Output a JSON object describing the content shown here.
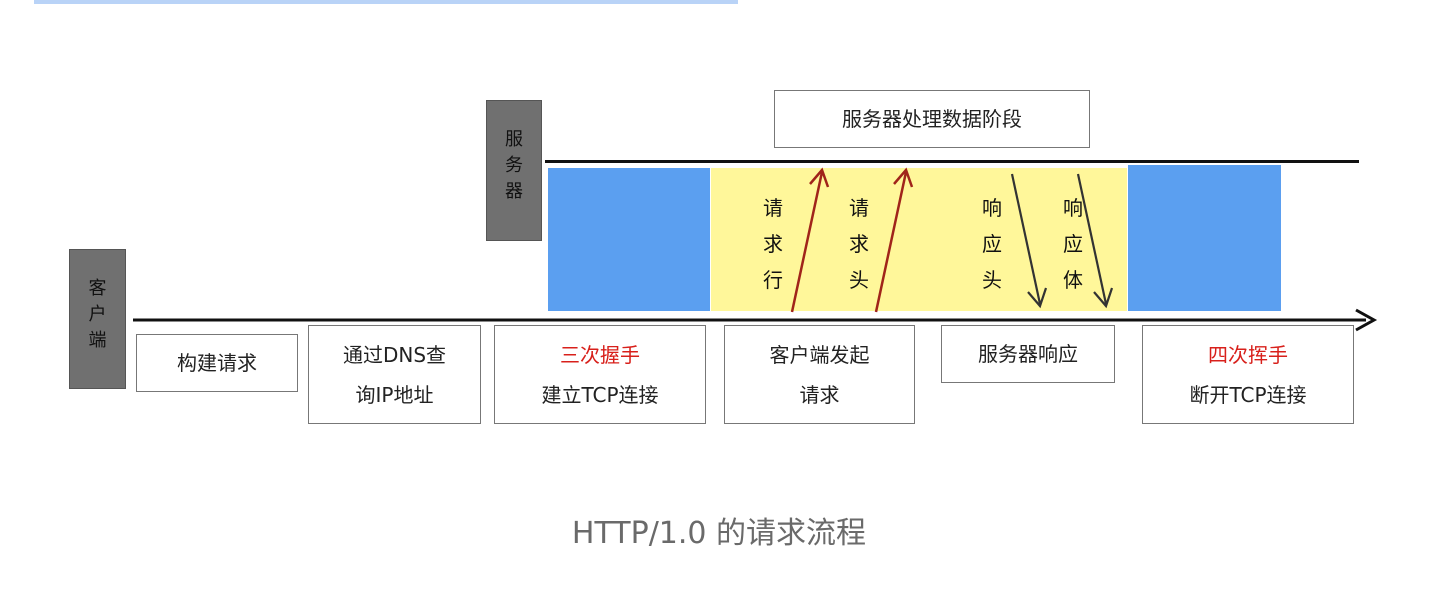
{
  "server_label": [
    "服",
    "务",
    "器"
  ],
  "client_label": [
    "客",
    "户",
    "端"
  ],
  "server_phase_title": "服务器处理数据阶段",
  "steps": [
    {
      "line1": "构建请求",
      "line2": ""
    },
    {
      "line1": "通过DNS查",
      "line2": "询IP地址"
    },
    {
      "line1": "三次握手",
      "line2": "建立TCP连接"
    },
    {
      "line1": "客户端发起",
      "line2": "请求"
    },
    {
      "line1": "服务器响应",
      "line2": ""
    },
    {
      "line1": "四次挥手",
      "line2": "断开TCP连接"
    }
  ],
  "request_labels": [
    [
      "请",
      "求",
      "行"
    ],
    [
      "请",
      "求",
      "头"
    ]
  ],
  "response_labels": [
    [
      "响",
      "应",
      "头"
    ],
    [
      "响",
      "应",
      "体"
    ]
  ],
  "colors": {
    "tcp_band": "#5b9ff0",
    "data_band": "#fff79a",
    "request_arrow": "#a0241a",
    "response_arrow": "#333333",
    "highlight_text": "#d8201b",
    "label_box": "#707070"
  },
  "caption": "HTTP/1.0 的请求流程"
}
